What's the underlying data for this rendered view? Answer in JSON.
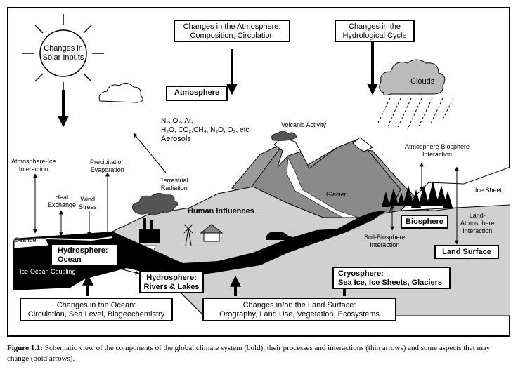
{
  "boxes": {
    "solar": [
      "Changes in",
      "Solar Inputs"
    ],
    "atmosphere_changes": [
      "Changes in the Atmosphere:",
      "Composition, Circulation"
    ],
    "hydro_changes": [
      "Changes in the",
      "Hydrological Cycle"
    ],
    "atmosphere": "Atmosphere",
    "hydrosphere_ocean": [
      "Hydrosphere:",
      "Ocean"
    ],
    "hydrosphere_rivers": [
      "Hydrosphere:",
      "Rivers & Lakes"
    ],
    "ocean_changes": [
      "Changes in the Ocean:",
      "Circulation, Sea Level, Biogeochemistry"
    ],
    "land_changes": [
      "Changes in/on the Land Surface:",
      "Orography, Land Use, Vegetation, Ecosystems"
    ],
    "cryosphere": [
      "Cryosphere:",
      "Sea Ice, Ice Sheets, Glaciers"
    ],
    "biosphere": "Biosphere",
    "land_surface": "Land Surface"
  },
  "labels": {
    "clouds": "Clouds",
    "gases": [
      "N₂, O₂, Ar,",
      "H₂O, CO₂,CH₄, N₂O, O₃, etc.",
      "Aerosols"
    ],
    "volcanic": "Volcanic Activity",
    "atm_ice": [
      "Atmosphere-Ice",
      "Interaction"
    ],
    "heat": [
      "Heat",
      "Exchange"
    ],
    "wind": [
      "Wind",
      "Stress"
    ],
    "precip": [
      "Precipitation",
      "Evaporation"
    ],
    "terrestrial": [
      "Terrestrial",
      "Radiation"
    ],
    "human": "Human Influences",
    "glacier": "Glacier",
    "atm_bio": [
      "Atmosphere-Biosphere",
      "Interaction"
    ],
    "ice_sheet": "Ice Sheet",
    "land_atm": [
      "Land-",
      "Atmosphere",
      "Interaction"
    ],
    "soil_bio": [
      "Soil-Biosphere",
      "Interaction"
    ],
    "sea_ice": "Sea Ice",
    "ice_ocean": "Ice-Ocean Coupling"
  },
  "caption": {
    "label": "Figure 1.1:",
    "text": " Schematic view of the components of the global climate system (bold), their processes and interactions (thin arrows) and some aspects that may change (bold arrows)."
  }
}
